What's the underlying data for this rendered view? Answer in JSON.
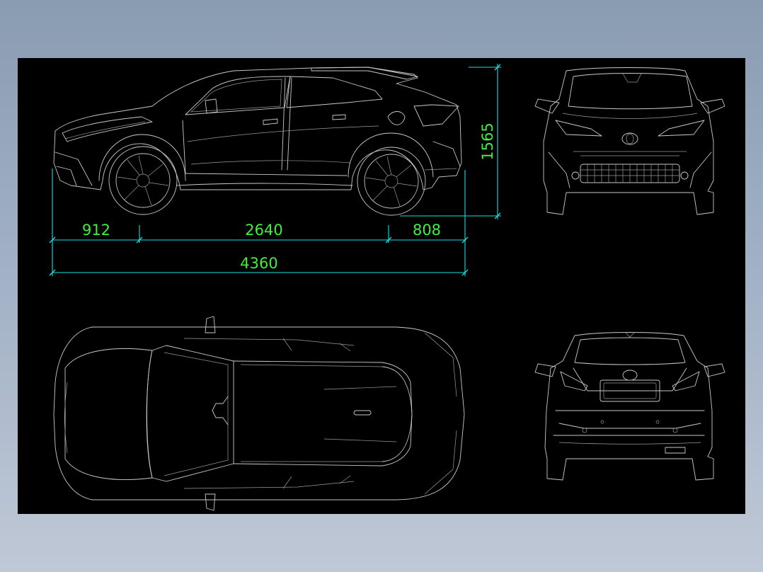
{
  "dimensions": {
    "front_overhang": "912",
    "wheelbase": "2640",
    "rear_overhang": "808",
    "overall_length": "4360",
    "overall_height": "1565"
  },
  "colors": {
    "background_gradient_top": "#8a9cb2",
    "drawing_background": "#000000",
    "dimension_line": "#18e0e6",
    "dimension_text": "#3ff03f",
    "car_outline": "#c9c9c9"
  }
}
